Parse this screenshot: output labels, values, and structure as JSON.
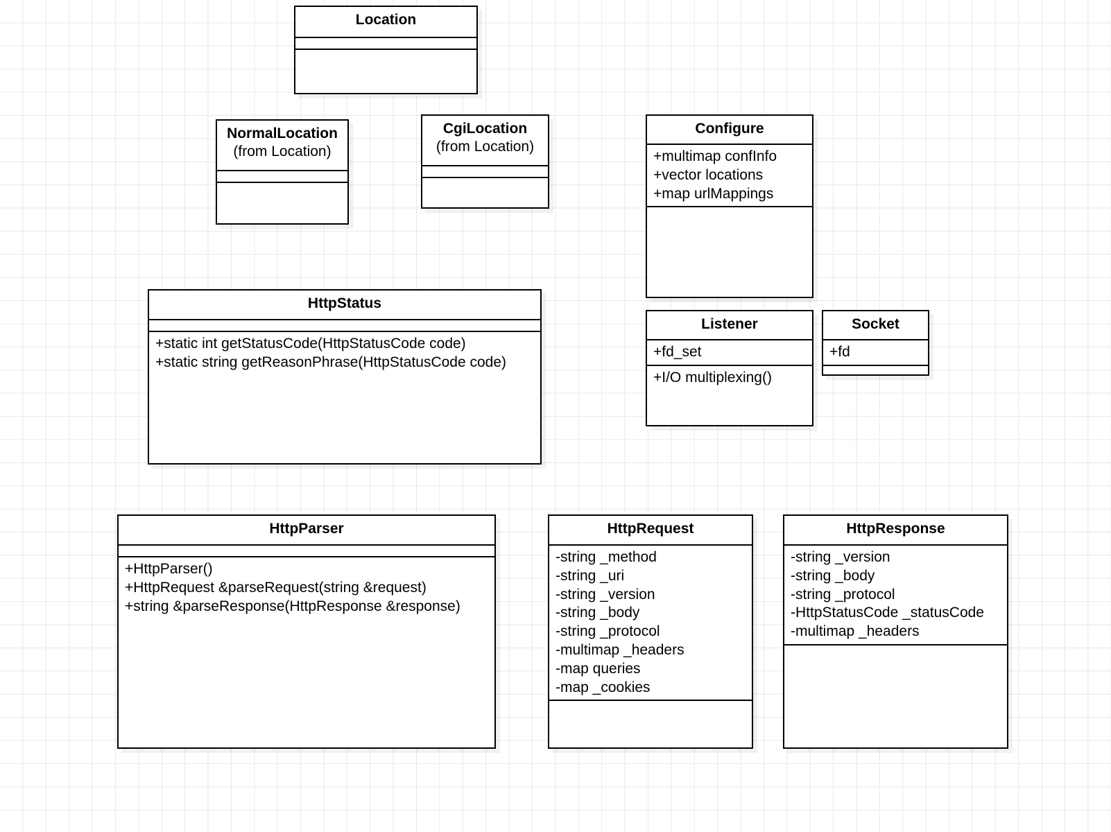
{
  "diagram": {
    "type": "uml-class-diagram",
    "background": "#ffffff",
    "grid_color": "#e8e8e8",
    "border_color": "#000000"
  },
  "classes": {
    "location": {
      "name": "Location",
      "stereotype": "",
      "attributes": [],
      "operations": []
    },
    "normal_location": {
      "name": "NormalLocation",
      "stereotype": "(from Location)",
      "attributes": [],
      "operations": []
    },
    "cgi_location": {
      "name": "CgiLocation",
      "stereotype": "(from Location)",
      "attributes": [],
      "operations": []
    },
    "configure": {
      "name": "Configure",
      "stereotype": "",
      "attributes": [
        "+multimap confInfo",
        "+vector locations",
        "+map urlMappings"
      ],
      "operations": []
    },
    "listener": {
      "name": "Listener",
      "stereotype": "",
      "attributes": [
        "+fd_set"
      ],
      "operations": [
        "+I/O multiplexing()"
      ]
    },
    "socket": {
      "name": "Socket",
      "stereotype": "",
      "attributes": [
        "+fd"
      ],
      "operations": []
    },
    "http_status": {
      "name": "HttpStatus",
      "stereotype": "",
      "attributes": [],
      "operations": [
        "+static int getStatusCode(HttpStatusCode code)",
        "+static string getReasonPhrase(HttpStatusCode code)"
      ]
    },
    "http_parser": {
      "name": "HttpParser",
      "stereotype": "",
      "attributes": [],
      "operations": [
        "+HttpParser()",
        "+HttpRequest &parseRequest(string &request)",
        "+string &parseResponse(HttpResponse &response)"
      ]
    },
    "http_request": {
      "name": "HttpRequest",
      "stereotype": "",
      "attributes": [
        "-string _method",
        "-string _uri",
        "-string _version",
        "-string _body",
        "-string _protocol",
        "-multimap _headers",
        "-map queries",
        "-map _cookies"
      ],
      "operations": []
    },
    "http_response": {
      "name": "HttpResponse",
      "stereotype": "",
      "attributes": [
        "-string _version",
        "-string _body",
        "-string _protocol",
        "-HttpStatusCode _statusCode",
        "-multimap _headers"
      ],
      "operations": []
    }
  }
}
